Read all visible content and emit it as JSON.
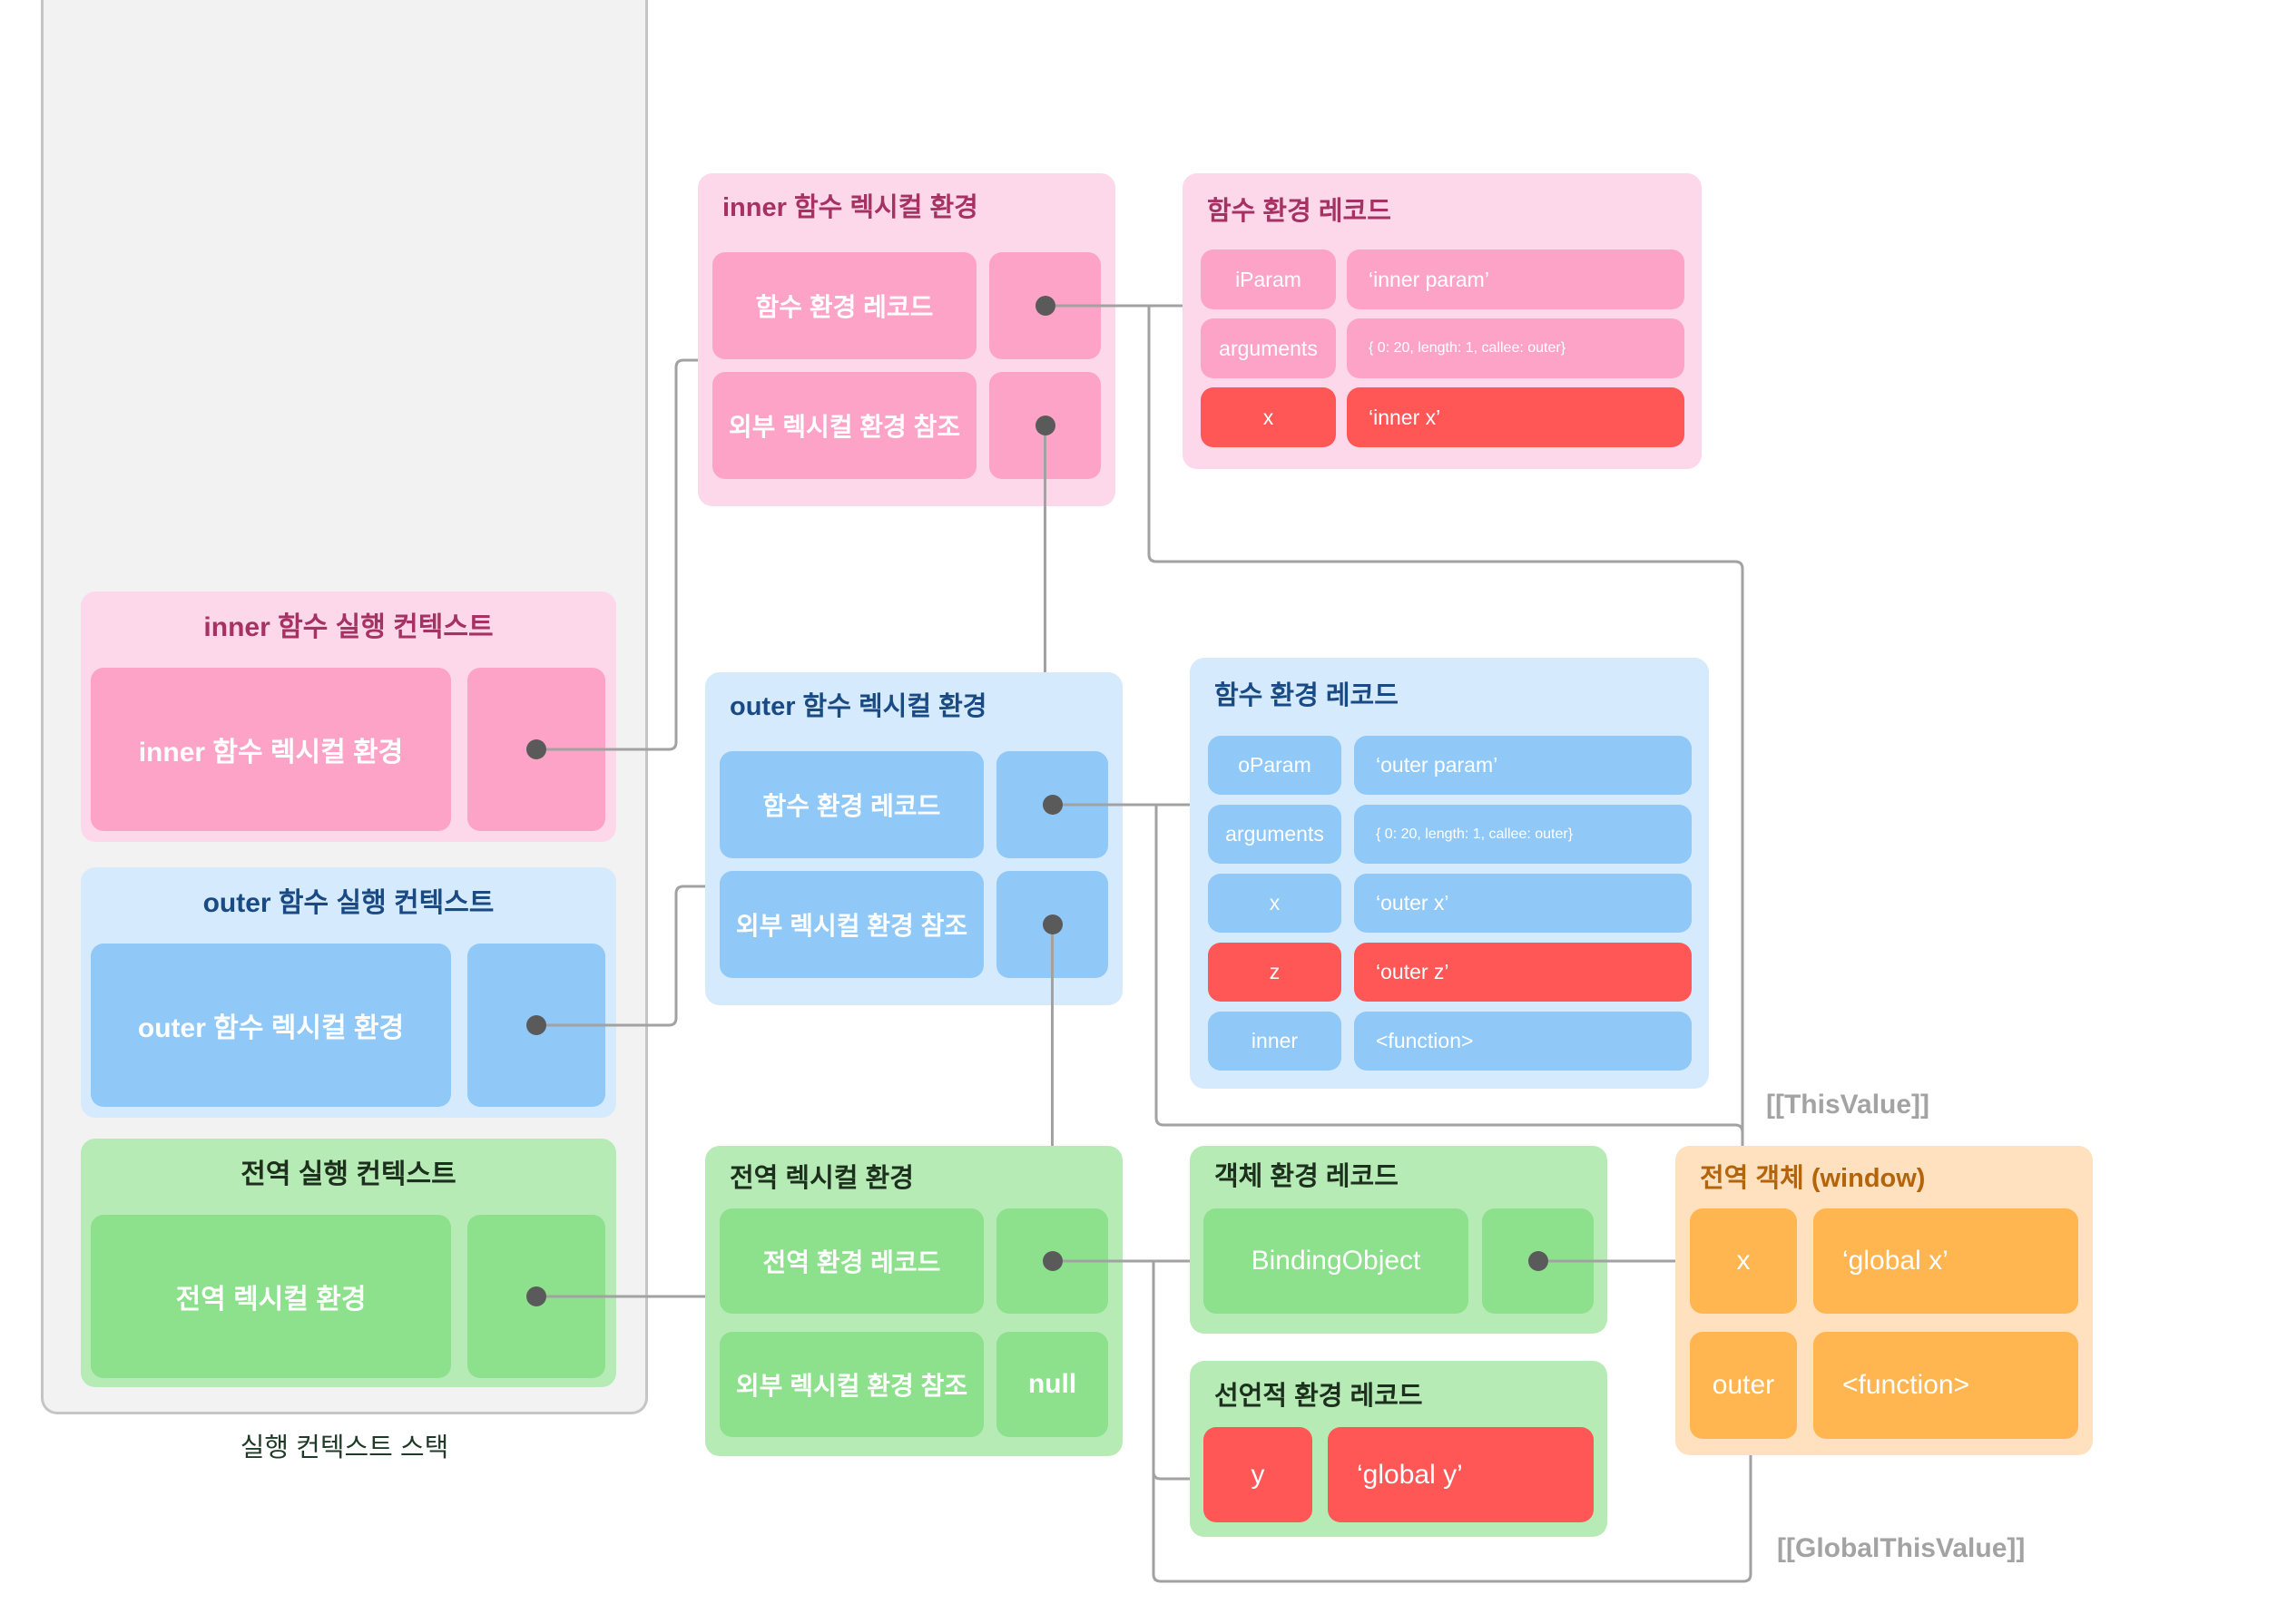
{
  "colors": {
    "pink_bg": "#fdd8ea",
    "pink_block": "#fda3c7",
    "pink_title": "#a53263",
    "blue_bg": "#d5eafc",
    "blue_block": "#90c8f8",
    "blue_title": "#1a4a84",
    "green_bg": "#b6ebb5",
    "green_block": "#8de08c",
    "green_title": "#1d2f1d",
    "orange_bg": "#ffe1c0",
    "orange_block": "#ffb650",
    "orange_title": "#b4640b",
    "highlight_red": "#ff5656",
    "stack_bg": "#f2f2f2",
    "stack_border": "#c5c5c5",
    "stack_label_color": "#1f3a26",
    "connector": "#a2a2a2",
    "dot": "#5a5a5a",
    "label_gray": "#a3a3a3"
  },
  "execution_context_stack": {
    "label": "실행 컨텍스트 스택",
    "inner_context": {
      "title": "inner 함수 실행 컨텍스트",
      "lexical_environment": "inner 함수 렉시컬 환경"
    },
    "outer_context": {
      "title": "outer 함수 실행 컨텍스트",
      "lexical_environment": "outer 함수 렉시컬 환경"
    },
    "global_context": {
      "title": "전역 실행 컨텍스트",
      "lexical_environment": "전역 렉시컬 환경"
    }
  },
  "inner_lexical_environment": {
    "title": "inner 함수 렉시컬 환경",
    "environment_record": "함수 환경 레코드",
    "outer_reference": "외부 렉시컬 환경 참조"
  },
  "inner_function_record": {
    "title": "함수 환경 레코드",
    "rows": [
      {
        "key": "iParam",
        "value": "‘inner param’",
        "highlight": false
      },
      {
        "key": "arguments",
        "value": "{ 0: 20, length: 1, callee: outer}",
        "highlight": false
      },
      {
        "key": "x",
        "value": "‘inner x’",
        "highlight": true
      }
    ]
  },
  "outer_lexical_environment": {
    "title": "outer 함수 렉시컬 환경",
    "environment_record": "함수 환경 레코드",
    "outer_reference": "외부 렉시컬 환경 참조"
  },
  "outer_function_record": {
    "title": "함수 환경 레코드",
    "rows": [
      {
        "key": "oParam",
        "value": "‘outer param’",
        "highlight": false
      },
      {
        "key": "arguments",
        "value": "{ 0: 20, length: 1, callee: outer}",
        "highlight": false
      },
      {
        "key": "x",
        "value": "‘outer x’",
        "highlight": false
      },
      {
        "key": "z",
        "value": "‘outer z’",
        "highlight": true
      },
      {
        "key": "inner",
        "value": "<function>",
        "highlight": false
      }
    ]
  },
  "global_lexical_environment": {
    "title": "전역 렉시컬 환경",
    "environment_record": "전역 환경 레코드",
    "outer_reference": "외부 렉시컬 환경 참조",
    "outer_reference_value": "null"
  },
  "object_environment_record": {
    "title": "객체 환경 레코드",
    "binding_object": "BindingObject"
  },
  "declarative_environment_record": {
    "title": "선언적 환경 레코드",
    "rows": [
      {
        "key": "y",
        "value": "‘global y’",
        "highlight": true
      }
    ]
  },
  "global_object": {
    "title": "전역 객체 (window)",
    "rows": [
      {
        "key": "x",
        "value": "‘global x’"
      },
      {
        "key": "outer",
        "value": "<function>"
      }
    ]
  },
  "labels": {
    "this_value": "[[ThisValue]]",
    "global_this_value": "[[GlobalThisValue]]"
  }
}
